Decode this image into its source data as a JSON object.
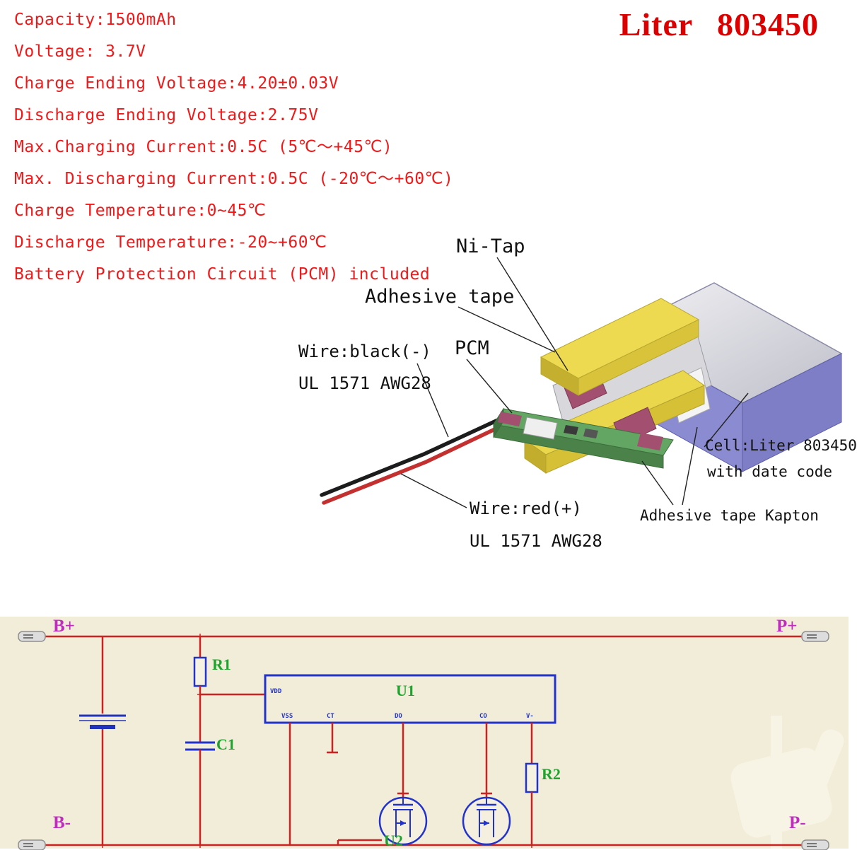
{
  "title": "Liter 803450",
  "specs": {
    "lines": [
      "Capacity:1500mAh",
      "Voltage: 3.7V",
      "Charge Ending Voltage:4.20±0.03V",
      "Discharge Ending Voltage:2.75V",
      "Max.Charging Current:0.5C (5℃～+45℃)",
      "Max. Discharging Current:0.5C (-20℃～+60℃)",
      "Charge Temperature:0~45℃",
      "Discharge Temperature:-20~+60℃",
      "Battery Protection Circuit (PCM) included"
    ]
  },
  "diagram": {
    "labels": {
      "ni_tap": "Ni-Tap",
      "adhesive_tape": "Adhesive tape",
      "pcm": "PCM",
      "wire_black_line1": "Wire:black(-)",
      "wire_black_line2": "UL 1571 AWG28",
      "wire_red_line1": "Wire:red(+)",
      "wire_red_line2": "UL 1571 AWG28",
      "cell_line1": "Cell:Liter 803450",
      "cell_line2": "with date code",
      "kapton": "Adhesive tape Kapton"
    },
    "colors": {
      "cell_body": "#8b8bd2",
      "cell_top": "#d9d9e0",
      "tape_yellow": "#eeda50",
      "pcm_green": "#63a563",
      "tab_maroon": "#a24f70",
      "wire_black": "#1c1c1c",
      "wire_red": "#c43030"
    }
  },
  "schematic": {
    "terminals": {
      "b_plus": "B+",
      "p_plus": "P+",
      "b_minus": "B-",
      "p_minus": "P-"
    },
    "components": {
      "r1": "R1",
      "c1": "C1",
      "r2": "R2",
      "u1": "U1",
      "u2": "U2"
    },
    "u1_pins": [
      "VDD",
      "VSS",
      "CT",
      "DO",
      "CO",
      "V-"
    ],
    "colors": {
      "background": "#f2edd9",
      "wire": "#cc2222",
      "component": "#2233cc",
      "label": "#1fa32f",
      "terminal": "#c22bc2"
    }
  }
}
